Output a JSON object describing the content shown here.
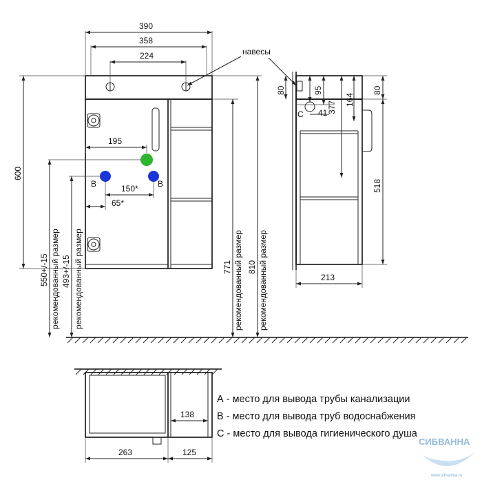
{
  "dimensions": {
    "width_total": "390",
    "width_358": "358",
    "width_224": "224",
    "hangers": "навесы",
    "front_height": "600",
    "x_195": "195",
    "x_150": "150*",
    "x_65": "65*",
    "h_550": "550+/-15",
    "h_493": "493+/-15",
    "h_771": "771",
    "h_810": "810",
    "recommended": "рекомендованный размер",
    "side_80_left": "80",
    "side_95": "95",
    "side_377": "377",
    "side_164": "164",
    "side_80_right": "80",
    "side_41": "41",
    "side_518": "518",
    "side_213": "213",
    "plan_138": "138",
    "plan_263": "263",
    "plan_125": "125"
  },
  "markers": {
    "A": "A",
    "B": "B",
    "C": "C",
    "colors": {
      "A": "#2db52d",
      "B": "#1a35d9"
    }
  },
  "legend": [
    "А - место для вывода трубы канализации",
    "В - место для вывода труб водоснабжения",
    "С - место для вывода гигиенического душа"
  ],
  "watermark": {
    "brand": "СИБВАННА",
    "site": "www.sibvanna.ru"
  }
}
